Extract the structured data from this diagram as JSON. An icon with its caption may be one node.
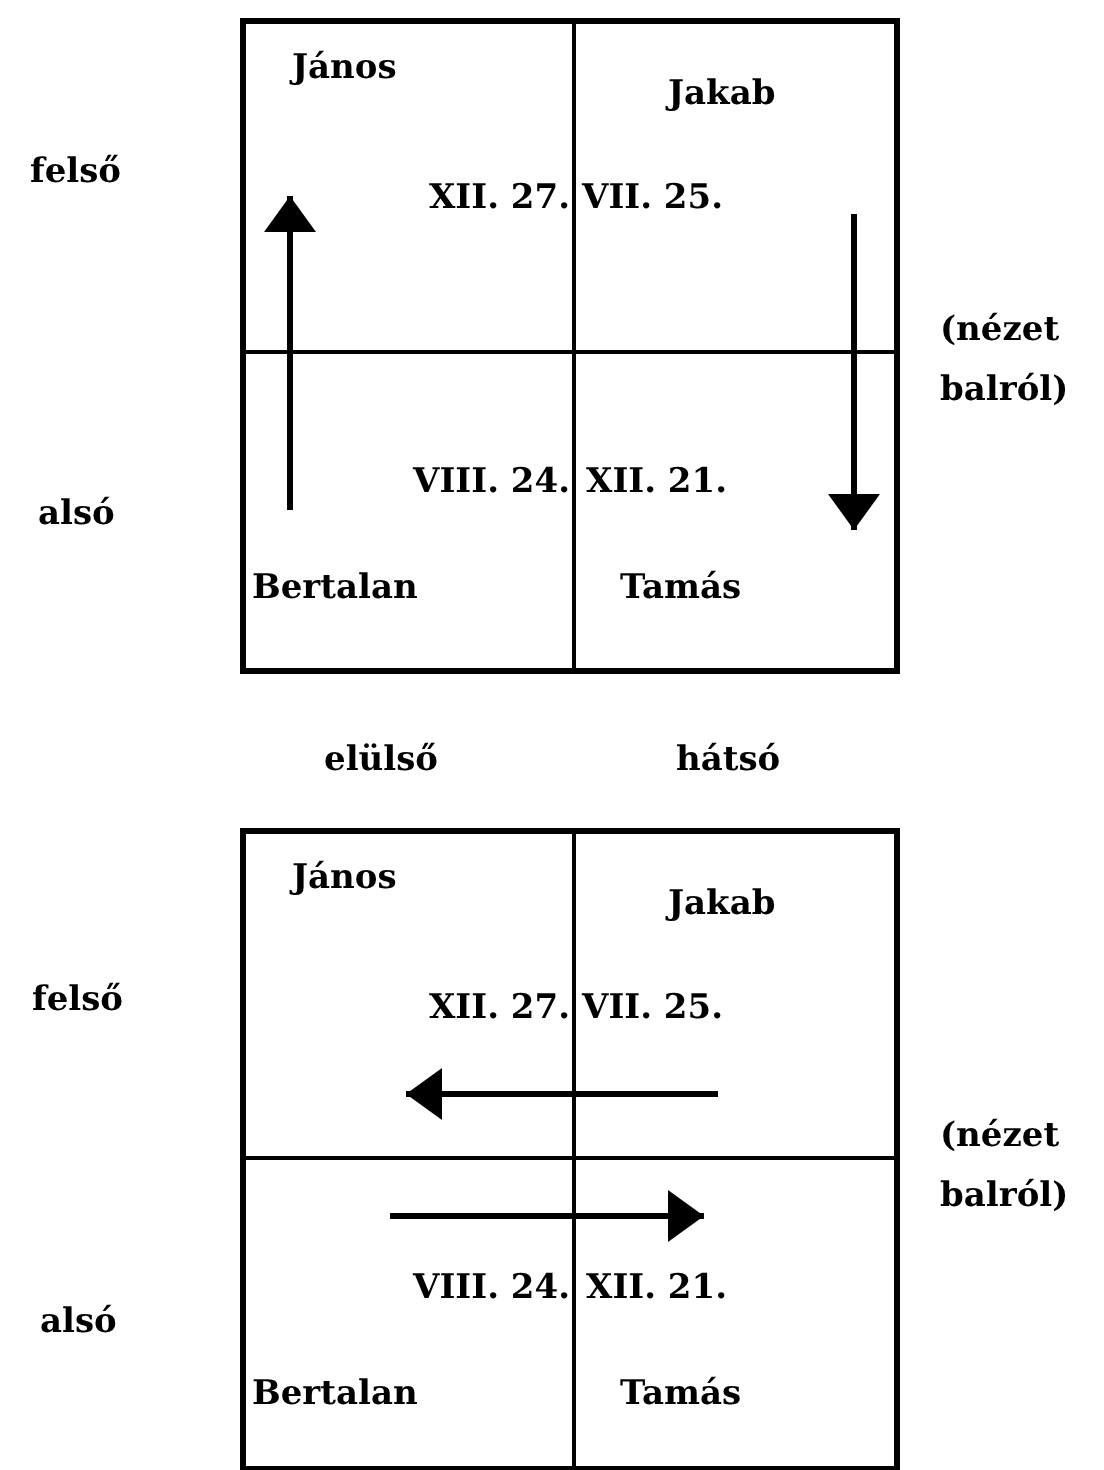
{
  "diagram": {
    "nodes": [
      {
        "text": [],
        "shape": "box"
      },
      {
        "text": [
          "János",
          "XII. 27."
        ],
        "in": 0
      },
      {
        "text": [
          "Jakab",
          "VII. 25."
        ],
        "in": 0
      },
      {
        "text": [
          "VIII. 24.",
          "Bertalan"
        ],
        "in": 0
      },
      {
        "text": [
          "XII. 21.",
          "Tamás"
        ],
        "in": 0
      },
      {
        "text": [],
        "shape": "box"
      },
      {
        "text": [
          "János",
          "XII. 27."
        ],
        "in": 5
      },
      {
        "text": [
          "Jakab",
          "VII. 25."
        ],
        "in": 5
      },
      {
        "text": [
          "VIII. 24.",
          "Bertalan"
        ],
        "in": 5
      },
      {
        "text": [
          "XII. 21.",
          "Tamás"
        ],
        "in": 5
      }
    ],
    "edges": [
      {
        "from": 3,
        "to": 1,
        "arrow": "to"
      },
      {
        "from": 2,
        "to": 4,
        "arrow": "to"
      },
      {
        "from": 7,
        "to": 6,
        "arrow": "to"
      },
      {
        "from": 8,
        "to": 9,
        "arrow": "to"
      }
    ],
    "labels": [
      "felső",
      "alsó",
      "(nézet balról)",
      "elülső",
      "hátsó",
      "felső",
      "alsó",
      "(nézet balról)"
    ]
  }
}
